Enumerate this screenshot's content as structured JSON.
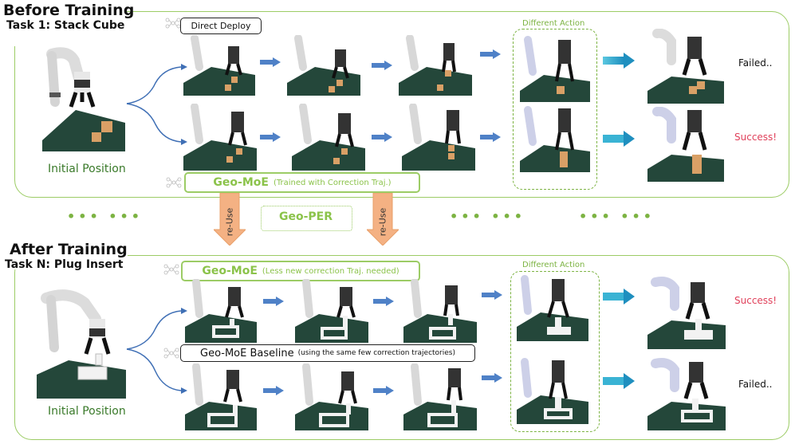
{
  "top": {
    "title": "Before Training",
    "task": "Task 1: Stack Cube",
    "initial_label": "Initial Position",
    "direct_deploy_label": "Direct Deploy",
    "geo_moe_label": "Geo-MoE",
    "geo_moe_sub": "(Trained with Correction Traj.)",
    "different_action_label": "Different Action",
    "status_top": "Failed..",
    "status_bottom": "Success!"
  },
  "middle": {
    "dots": "•••  •••",
    "reuse_label": "re-Use",
    "geo_per_label": "Geo-PER"
  },
  "bottom": {
    "title": "After Training",
    "task": "Task N: Plug Insert",
    "initial_label": "Initial Position",
    "geo_moe_label": "Geo-MoE",
    "geo_moe_sub": "(Less new correction Traj. needed)",
    "baseline_main": "Geo-MoE Baseline",
    "baseline_sub": "(using the same few correction trajectories)",
    "different_action_label": "Different Action",
    "status_top": "Success!",
    "status_bottom": "Failed.."
  },
  "colors": {
    "panel_border": "#9ccc65",
    "accent_green": "#8bc34a",
    "arrow_blue": "#4f81c7",
    "arrow_teal": "#2aa8c9",
    "reuse_orange": "#f4b183",
    "success_red": "#e0405a",
    "table_green": "#24473a"
  }
}
